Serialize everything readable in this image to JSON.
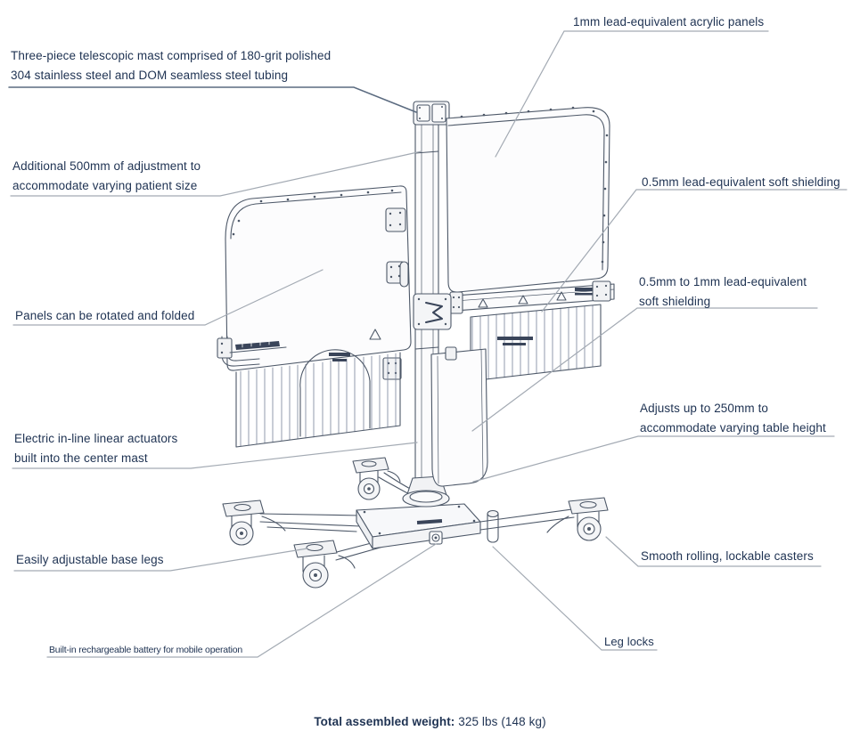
{
  "labels": {
    "acrylic_panels": "1mm lead-equivalent acrylic panels",
    "telescopic_mast": {
      "line1": "Three-piece telescopic mast comprised of 180-grit polished",
      "line2": "304 stainless steel and DOM seamless steel tubing"
    },
    "adjustment_500mm": {
      "line1": "Additional 500mm of adjustment to",
      "line2": "accommodate varying patient size"
    },
    "soft_shielding_05": "0.5mm lead-equivalent soft shielding",
    "soft_shielding_05_to_1": {
      "line1": "0.5mm to 1mm lead-equivalent",
      "line2": "soft shielding"
    },
    "panels_rotate": "Panels can be rotated and folded",
    "table_height": {
      "line1": "Adjusts up to 250mm to",
      "line2": "accommodate varying table height"
    },
    "actuators": {
      "line1": "Electric in-line linear actuators",
      "line2": "built into the center mast"
    },
    "base_legs": "Easily adjustable base legs",
    "casters": "Smooth rolling, lockable casters",
    "battery": "Built-in rechargeable battery for mobile operation",
    "leg_locks": "Leg locks"
  },
  "footer": {
    "weight_label": "Total assembled weight:",
    "weight_value": " 325 lbs (148 kg)"
  },
  "colors": {
    "label": "#1e3252",
    "leader": "#a3aab3",
    "art": "#4d5868",
    "art_dark": "#3a455a"
  }
}
